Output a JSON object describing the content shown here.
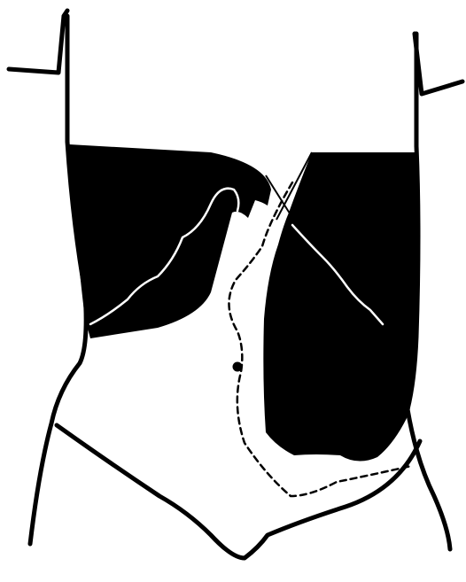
{
  "figure": {
    "style": "black-and-white anatomical line drawing",
    "view": "anterior torso",
    "colors": {
      "background": "#ffffff",
      "ink": "#000000",
      "shaded_region": "#000000",
      "inner_line": "#ffffff"
    },
    "regions": [
      {
        "name": "right-upper-shaded-region",
        "fill": "black"
      },
      {
        "name": "left-upper-shaded-region",
        "fill": "black"
      },
      {
        "name": "left-lower-shaded-region",
        "fill": "black"
      }
    ],
    "markers": [
      {
        "name": "umbilicus-dot",
        "shape": "dot"
      }
    ],
    "lines": [
      {
        "name": "torso-outline",
        "style": "solid"
      },
      {
        "name": "costal-margin-lines",
        "style": "white scalloped"
      },
      {
        "name": "dashed-boundary",
        "style": "dashed"
      }
    ]
  }
}
